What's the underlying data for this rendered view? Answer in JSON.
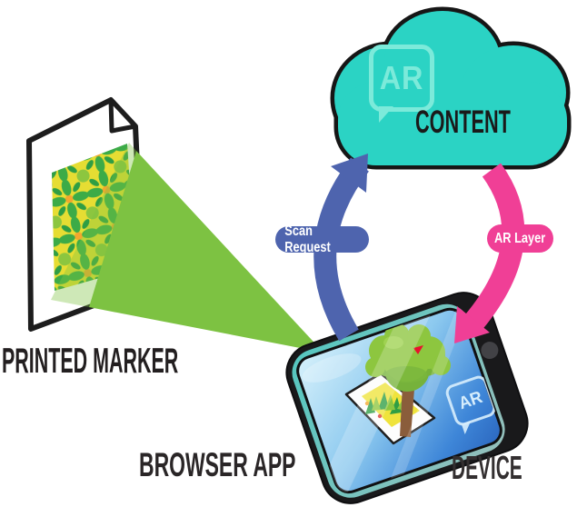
{
  "cloud": {
    "badge_label": "AR",
    "label": "CONTENT",
    "fill_color": "#2BD3C4",
    "badge_color": "#7CEADA"
  },
  "printed_marker": {
    "label": "PRINTED MARKER"
  },
  "browser_app": {
    "label": "BROWSER APP"
  },
  "device": {
    "label": "DEVICE",
    "screen_badge_label": "AR"
  },
  "arrows": {
    "scan_request": {
      "label": "Scan Request",
      "color": "#4E64AE"
    },
    "ar_layer": {
      "label": "AR Layer",
      "color": "#F03F96"
    }
  },
  "colors": {
    "cone_green": "#7DC242",
    "outline_black": "#1D1D1D",
    "label_dark": "#231F20",
    "screen_blue_light": "#D6F1FB",
    "screen_blue_deep": "#2B66BE"
  }
}
